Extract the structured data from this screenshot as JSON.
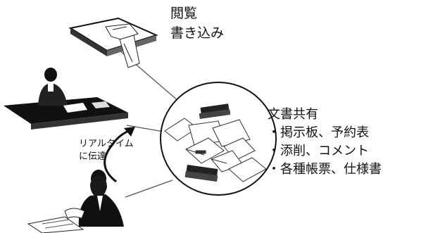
{
  "top_label": {
    "line1": "閲覧",
    "line2": "書き込み"
  },
  "arrow_label": {
    "line1": "リアルタイム",
    "line2": "に伝達"
  },
  "doc_share": {
    "title": "文書共有",
    "items": [
      "・掲示板、予約表",
      "・添削、コメント",
      "・各種帳票、仕様書"
    ]
  },
  "colors": {
    "ink": "#111111",
    "line": "#555555",
    "background": "#ffffff"
  }
}
